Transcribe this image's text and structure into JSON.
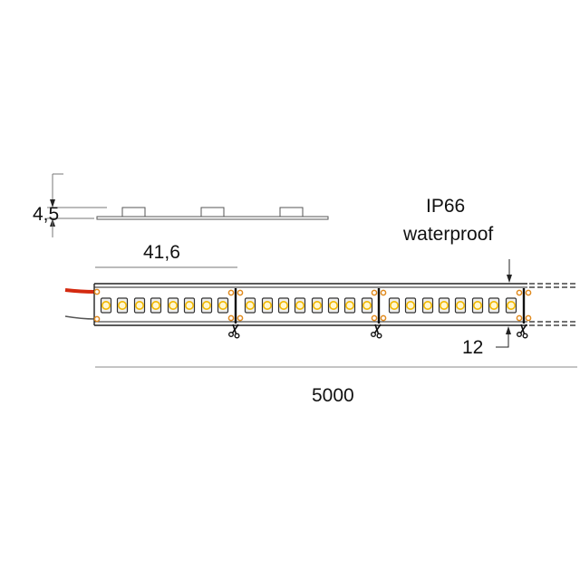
{
  "diagram": {
    "subject": "LED strip technical drawing",
    "dimensions": {
      "height": "4,5",
      "cut_pitch": "41,6",
      "width": "12",
      "length": "5000"
    },
    "labels": {
      "ip_rating": "IP66",
      "protection": "waterproof"
    },
    "strip": {
      "sections_visible": 3,
      "leds_per_section": 8,
      "cut_marks": 3,
      "continues_right": true
    },
    "wires": [
      {
        "name": "positive",
        "color": "#d42a10"
      },
      {
        "name": "negative",
        "color": "#555555"
      }
    ],
    "colors": {
      "line": "#222222",
      "dimension_line": "#777777",
      "led_fill": "#f2c200",
      "led_body": "#eeeeee",
      "solder_pad": "#e08a1e"
    },
    "icons": [
      "scissors-icon",
      "arrow-down-icon",
      "arrow-up-icon"
    ]
  }
}
